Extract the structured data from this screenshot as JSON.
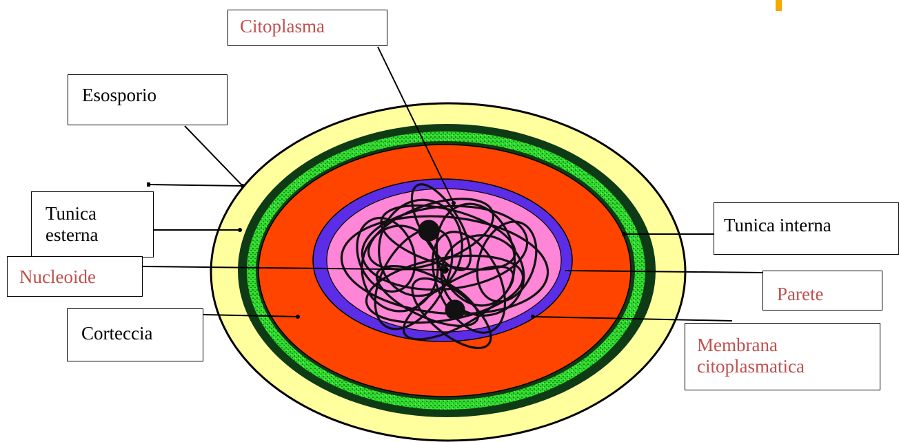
{
  "colors": {
    "exosporium": "#ffff9e",
    "outer_coat": "#0f3a16",
    "inner_coat": "#2fdc2c",
    "cortex": "#ff4400",
    "wall": "#5b2de6",
    "cytoplasm": "#ff85d6",
    "nucleoid_strands": "#111111",
    "label_red": "#c0504d",
    "label_black": "#000000",
    "accent": "#f2a900"
  },
  "labels": {
    "citoplasma": "Citoplasma",
    "esosporio": "Esosporio",
    "tunica_esterna_line1": "Tunica",
    "tunica_esterna_line2": "esterna",
    "nucleoide": "Nucleoide",
    "corteccia": "Corteccia",
    "tunica_interna": "Tunica interna",
    "parete": "Parete",
    "membrana_line1": "Membrana",
    "membrana_line2": "citoplasmatica"
  }
}
